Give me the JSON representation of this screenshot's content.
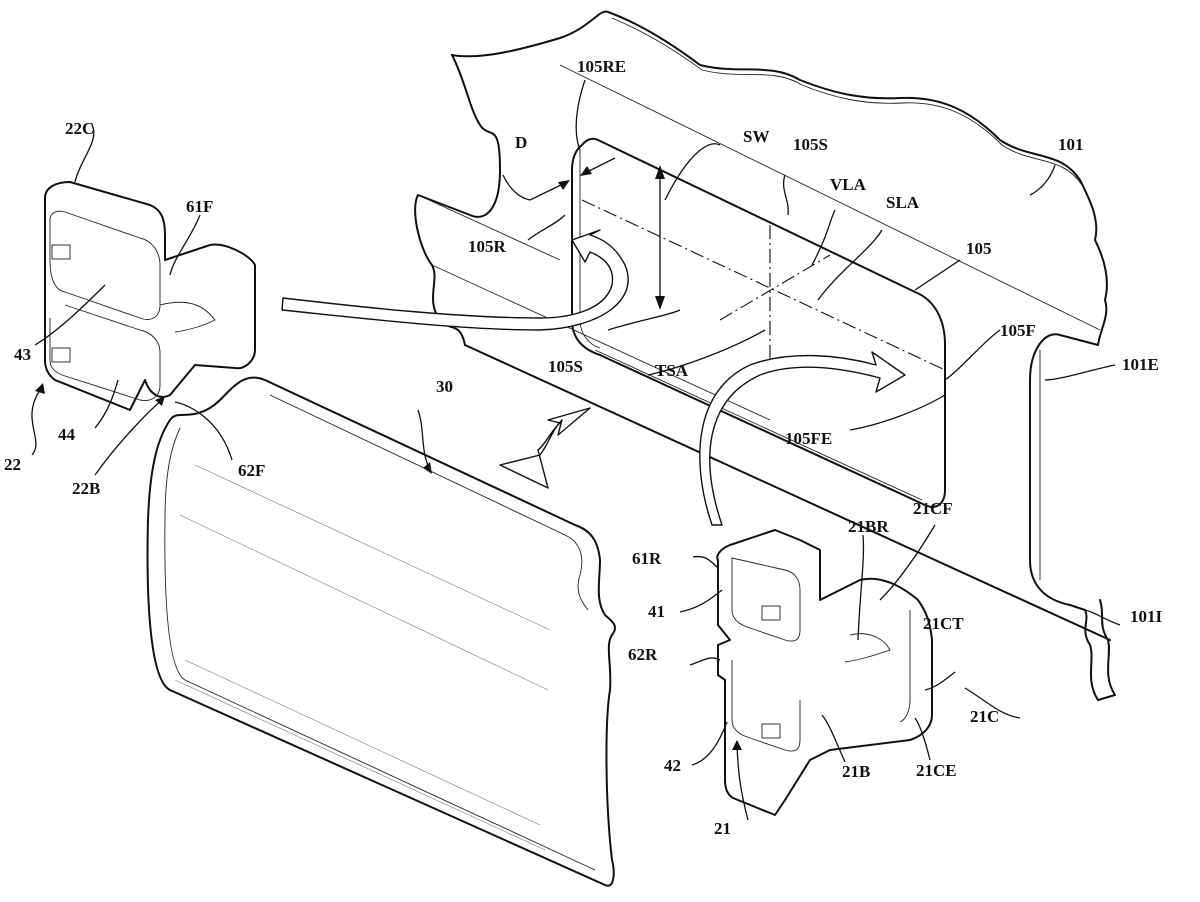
{
  "figure": {
    "type": "patent-exploded-perspective-view",
    "line_color": "#111111",
    "background": "#ffffff"
  },
  "labels": {
    "l22C": "22C",
    "l61F": "61F",
    "l43": "43",
    "l44": "44",
    "l22": "22",
    "l22B": "22B",
    "l62F": "62F",
    "l30": "30",
    "l105RE": "105RE",
    "lD": "D",
    "lSW": "SW",
    "l105S_top": "105S",
    "lVLA": "VLA",
    "lSLA": "SLA",
    "l101": "101",
    "l105R": "105R",
    "l105": "105",
    "l105S_bottom": "105S",
    "lTSA": "TSA",
    "l105F": "105F",
    "l101E": "101E",
    "l105FE": "105FE",
    "l101I": "101I",
    "l61R": "61R",
    "l21BR": "21BR",
    "l21CF": "21CF",
    "l41": "41",
    "l21CT": "21CT",
    "l62R": "62R",
    "l21C": "21C",
    "l42": "42",
    "l21B": "21B",
    "l21CE": "21CE",
    "l21": "21"
  },
  "components": {
    "panel": "101",
    "slot": "105",
    "cover": "30",
    "rear_clip": "21",
    "front_clip": "22"
  }
}
